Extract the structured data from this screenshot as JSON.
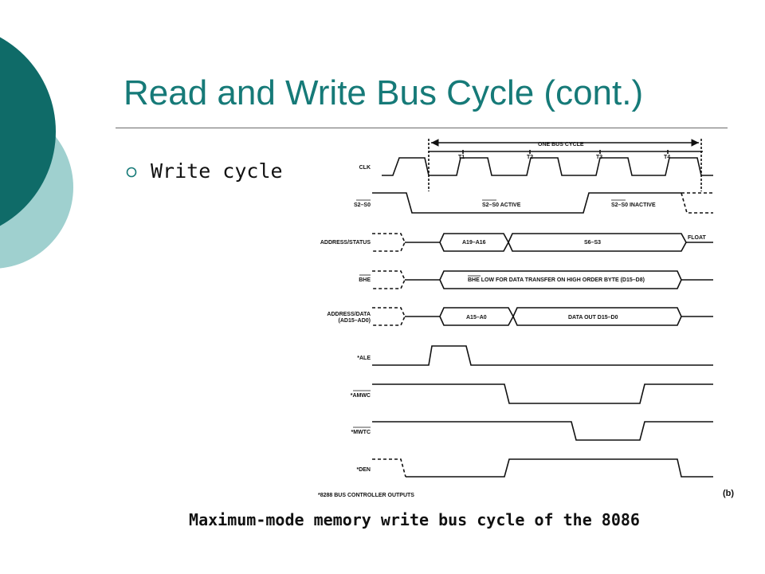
{
  "slide": {
    "title": "Read and Write Bus Cycle (cont.)",
    "bullets": [
      "Write cycle"
    ],
    "caption": "Maximum-mode memory write bus cycle of the 8086",
    "colors": {
      "title": "#167a78",
      "deco_dark": "#0f6b68",
      "deco_light": "#9fd0cf"
    }
  },
  "diagram": {
    "bus_cycle_label": "ONE BUS CYCLE",
    "t_states": [
      "T1",
      "T2",
      "T3",
      "T4"
    ],
    "signals": [
      "CLK",
      "S2–S0",
      "ADDRESS/STATUS",
      "BHE",
      "ADDRESS/DATA",
      "(AD15–AD0)",
      "*ALE",
      "*AMWC",
      "*MWTC",
      "*DEN"
    ],
    "annotations": {
      "s_active": "S2–S0 ACTIVE",
      "s_inactive": "S2–S0 INACTIVE",
      "addr_high": "A19–A16",
      "status": "S6–S3",
      "float": "FLOAT",
      "bhe_text": "BHE LOW FOR DATA TRANSFER ON HIGH ORDER BYTE (D15–D8)",
      "addr_low": "A15–A0",
      "data_out": "DATA OUT D15–D0"
    },
    "footnote": "*8288 BUS CONTROLLER OUTPUTS",
    "figure_label": "(b)"
  }
}
